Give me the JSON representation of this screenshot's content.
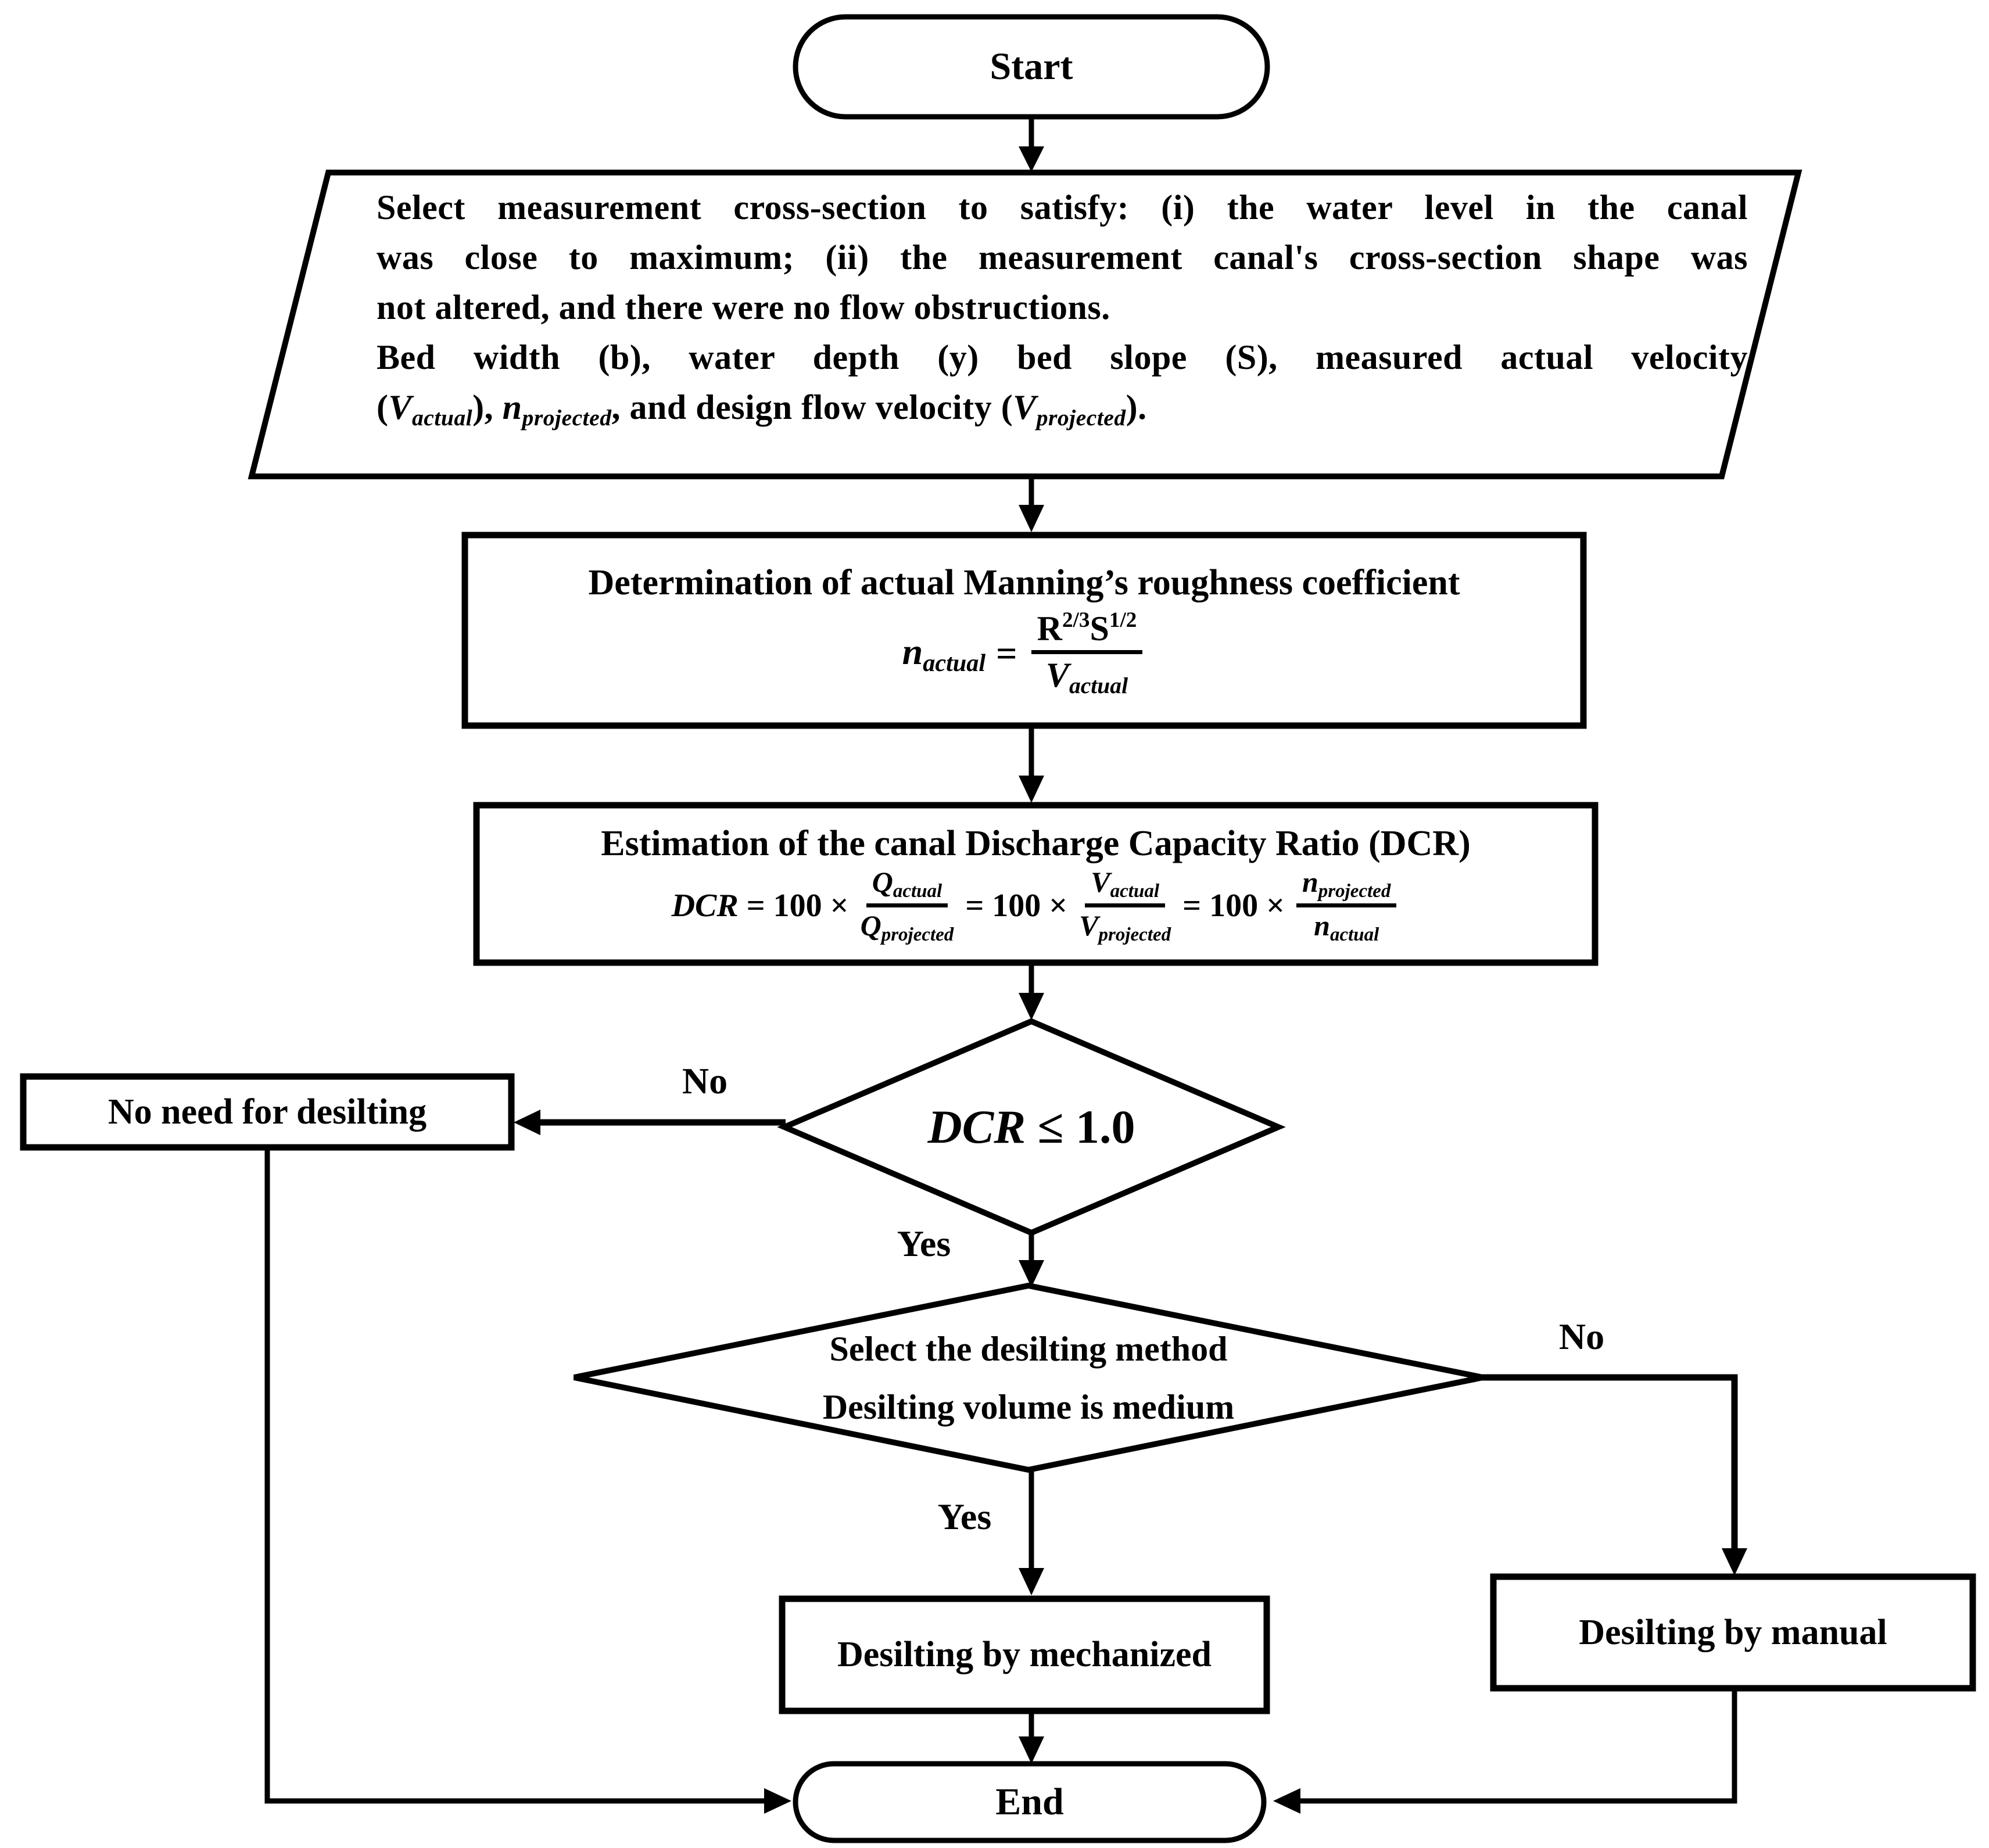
{
  "canvas": {
    "background": "#ffffff",
    "ink": "#000000"
  },
  "nodes": {
    "start": {
      "label": "Start"
    },
    "input": {
      "line1": "Select measurement cross-section to satisfy: (i) the water level in the canal",
      "line2": "was close to maximum; (ii) the measurement canal's cross-section shape was",
      "line3": "not altered, and there were no flow obstructions.",
      "line4": "Bed width (b), water depth (y) bed slope (S), measured actual velocity",
      "line5": {
        "p1": "(",
        "v1": "V",
        "s1": "actual",
        "p2": "), ",
        "v2": "n",
        "s2": "projected",
        "p3": ", and design flow velocity (",
        "v3": "V",
        "s3": "projected",
        "p4": ")."
      }
    },
    "manning": {
      "title": "Determination of actual Manning’s roughness coefficient",
      "formula": {
        "lhs": "n",
        "lhs_sub": "actual",
        "eq": "=",
        "num_r": "R",
        "num_r_exp": "2/3",
        "num_s": "S",
        "num_s_exp": "1/2",
        "den": "V",
        "den_sub": "actual"
      }
    },
    "dcr": {
      "title": "Estimation of the canal Discharge Capacity Ratio (DCR)",
      "formula": {
        "lhs": "DCR",
        "eq": "=",
        "coef": "100",
        "times": "×",
        "f1": {
          "num": "Q",
          "num_sub": "actual",
          "den": "Q",
          "den_sub": "projected"
        },
        "f2": {
          "num": "V",
          "num_sub": "actual",
          "den": "V",
          "den_sub": "projected"
        },
        "f3": {
          "num": "n",
          "num_sub": "projected",
          "den": "n",
          "den_sub": "actual"
        }
      }
    },
    "decision1": {
      "variable": "DCR",
      "condition": "≤ 1.0"
    },
    "no_need": {
      "label": "No need for desilting"
    },
    "decision2": {
      "line1": "Select the desilting method",
      "line2": "Desilting volume is medium"
    },
    "manual": {
      "label": "Desilting  by manual"
    },
    "mechanized": {
      "label": "Desilting  by mechanized"
    },
    "end": {
      "label": "End"
    }
  },
  "labels": {
    "d1_no": "No",
    "d1_yes": "Yes",
    "d2_no": "No",
    "d2_yes": "Yes"
  }
}
